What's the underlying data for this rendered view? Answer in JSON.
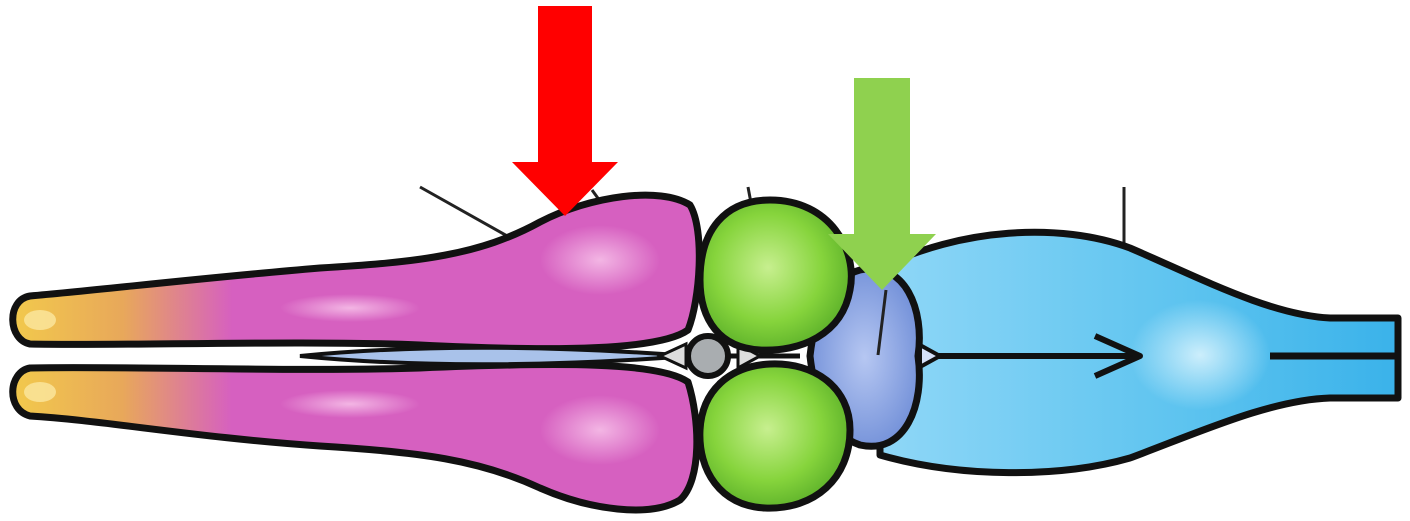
{
  "diagram": {
    "regions": [
      {
        "name": "olfactory-bulb",
        "color": "#f2c94c"
      },
      {
        "name": "telencephalon",
        "color": "#d660c0"
      },
      {
        "name": "pineal",
        "color": "#a9adb0"
      },
      {
        "name": "optic-tectum",
        "color": "#7ccf35"
      },
      {
        "name": "cerebellum",
        "color": "#7f9ee0"
      },
      {
        "name": "medulla",
        "color": "#58c1ee"
      }
    ],
    "arrows": [
      {
        "name": "red-arrow",
        "color": "#ff0000"
      },
      {
        "name": "green-arrow",
        "color": "#8fd14f"
      }
    ],
    "outline_color": "#111111"
  }
}
